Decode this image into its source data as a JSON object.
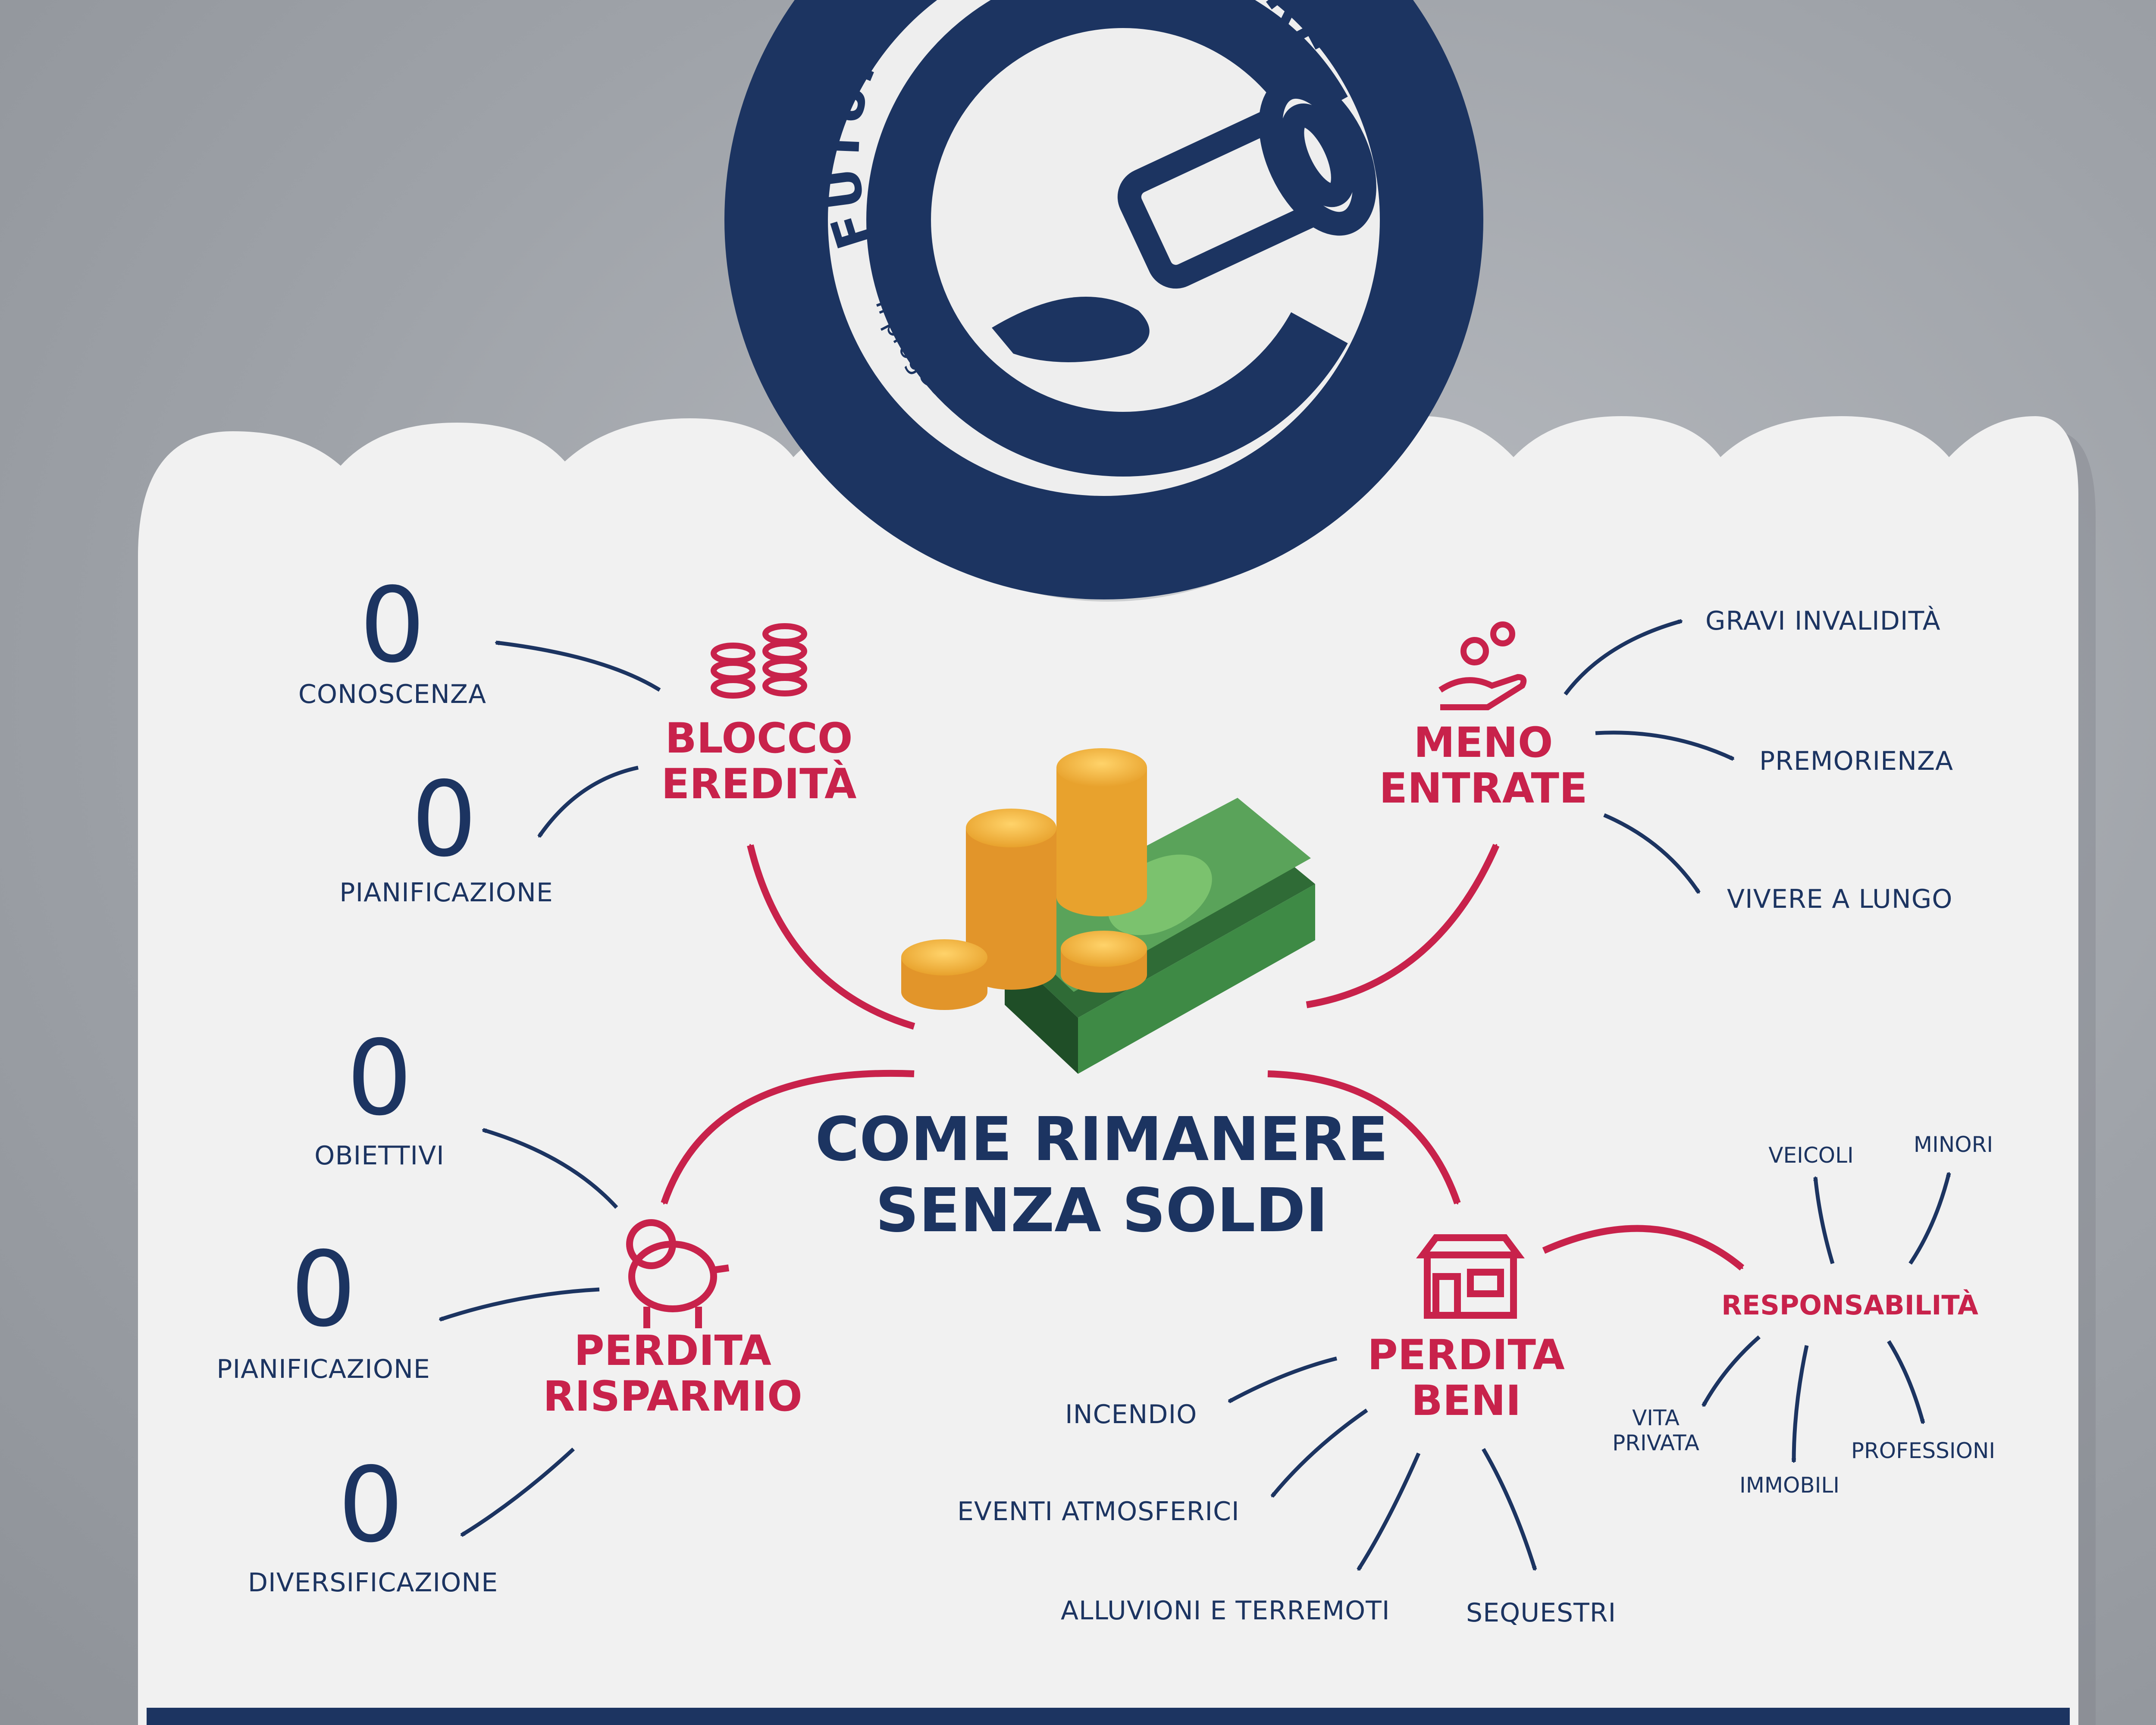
{
  "badge": {
    "title": "FUTURO SENZA SORPRESE",
    "subtitle": "Il progetto che fa avverare i tuoi desideri"
  },
  "headline": {
    "line1": "COME RIMANERE",
    "line2": "SENZA SOLDI"
  },
  "nodes": {
    "blocco": {
      "line1": "BLOCCO",
      "line2": "EREDITÀ"
    },
    "meno": {
      "line1": "MENO",
      "line2": "ENTRATE"
    },
    "risparmio": {
      "line1": "PERDITA",
      "line2": "RISPARMIO"
    },
    "beni": {
      "line1": "PERDITA",
      "line2": "BENI"
    },
    "responsabilita": "RESPONSABILITÀ"
  },
  "zero": "0",
  "blocco_items": [
    "CONOSCENZA",
    "PIANIFICAZIONE"
  ],
  "meno_items": [
    "GRAVI INVALIDITÀ",
    "PREMORIENZA",
    "VIVERE A LUNGO"
  ],
  "risparmio_items": [
    "OBIETTIVI",
    "PIANIFICAZIONE",
    "DIVERSIFICAZIONE"
  ],
  "beni_items": [
    "INCENDIO",
    "EVENTI ATMOSFERICI",
    "ALLUVIONI E TERREMOTI",
    "SEQUESTRI"
  ],
  "resp_items": [
    "VEICOLI",
    "MINORI",
    "VITA",
    "PRIVATA",
    "IMMOBILI",
    "PROFESSIONI"
  ],
  "colors": {
    "navy": "#1c3461",
    "red": "#c8224b",
    "board": "#f1f1f1",
    "wall": "#a4a7ac"
  },
  "icons": [
    "coin-stack-icon",
    "hand-coin-icon",
    "piggy-bank-icon",
    "shop-icon",
    "money-pile-icon"
  ]
}
